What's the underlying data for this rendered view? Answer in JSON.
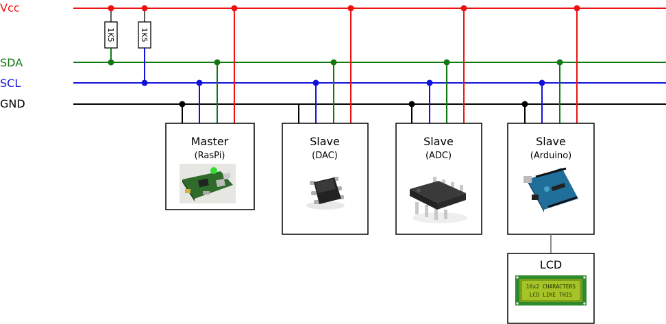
{
  "buses": {
    "vcc": {
      "label": "Vcc",
      "color": "#ee1111"
    },
    "sda": {
      "label": "SDA",
      "color": "#117711"
    },
    "scl": {
      "label": "SCL",
      "color": "#1111dd"
    },
    "gnd": {
      "label": "GND",
      "color": "#000000"
    }
  },
  "resistors": [
    {
      "label": "1K5"
    },
    {
      "label": "1K5"
    }
  ],
  "devices": [
    {
      "title": "Master",
      "subtitle": "(RasPi)",
      "icon": "raspberry-pi-board-icon"
    },
    {
      "title": "Slave",
      "subtitle": "(DAC)",
      "icon": "dac-chip-icon"
    },
    {
      "title": "Slave",
      "subtitle": "(ADC)",
      "icon": "adc-chip-icon"
    },
    {
      "title": "Slave",
      "subtitle": "(Arduino)",
      "icon": "arduino-board-icon"
    }
  ],
  "lcd": {
    "title": "LCD",
    "line1": "16x2 CHARACTERS",
    "line2": "LCD LIKE THIS",
    "icon": "lcd-module-icon"
  }
}
